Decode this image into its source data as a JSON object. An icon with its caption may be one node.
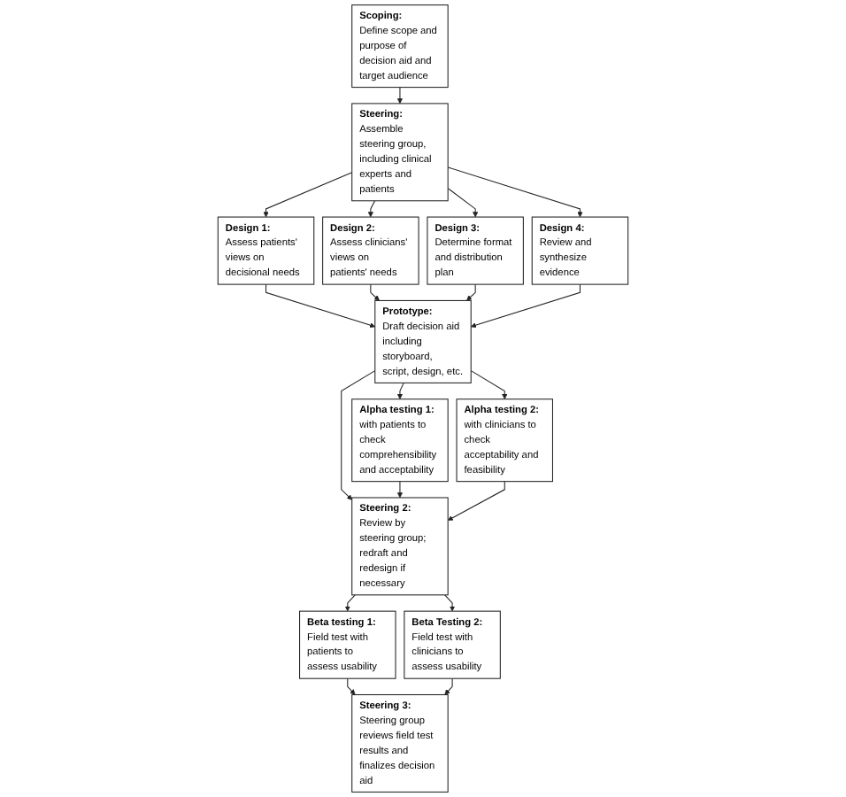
{
  "diagram": {
    "nodes": [
      {
        "text": [
          "Scoping:",
          "Define scope and purpose of decision aid and target audience"
        ]
      },
      {
        "text": [
          "Steering:",
          "Assemble steering group, including clinical experts and patients"
        ]
      },
      {
        "text": [
          "Design 1:",
          "Assess patients' views on decisional needs"
        ]
      },
      {
        "text": [
          "Design 2:",
          "Assess clinicians' views on patients' needs"
        ]
      },
      {
        "text": [
          "Design 3:",
          "Determine format and distribution plan"
        ]
      },
      {
        "text": [
          "Design 4:",
          "Review and synthesize evidence"
        ]
      },
      {
        "text": [
          "Prototype:",
          "Draft decision aid including storyboard, script, design, etc."
        ]
      },
      {
        "text": [
          "Alpha testing 1:",
          "with patients to check comprehensibility and acceptability"
        ]
      },
      {
        "text": [
          "Steering 2:",
          "Review by steering group; redraft and redesign if necessary"
        ]
      },
      {
        "text": [
          "Alpha testing 2:",
          "with clinicians to check acceptability and feasibility"
        ]
      },
      {
        "text": [
          "Beta testing 1:",
          "Field test with patients to assess usability"
        ]
      },
      {
        "text": [
          "Beta Testing 2:",
          "Field test with clinicians to assess usability"
        ]
      },
      {
        "text": [
          "Steering 3:",
          "Steering group reviews field test results and finalizes decision aid"
        ]
      }
    ],
    "edges": [
      {
        "from": 0,
        "to": 1,
        "arrow": "to"
      },
      {
        "from": 1,
        "to": 2,
        "arrow": "to"
      },
      {
        "from": 1,
        "to": 3,
        "arrow": "to"
      },
      {
        "from": 1,
        "to": 4,
        "arrow": "to"
      },
      {
        "from": 1,
        "to": 5,
        "arrow": "to"
      },
      {
        "from": 2,
        "to": 6,
        "arrow": "to"
      },
      {
        "from": 3,
        "to": 6,
        "arrow": "to"
      },
      {
        "from": 4,
        "to": 6,
        "arrow": "to"
      },
      {
        "from": 5,
        "to": 6,
        "arrow": "to"
      },
      {
        "from": 6,
        "to": 7,
        "arrow": "to"
      },
      {
        "from": 6,
        "to": 8,
        "arrow": "to"
      },
      {
        "from": 6,
        "to": 9,
        "arrow": "to"
      },
      {
        "from": 7,
        "to": 8,
        "arrow": "to"
      },
      {
        "from": 9,
        "to": 8,
        "arrow": "to"
      },
      {
        "from": 8,
        "to": 10,
        "arrow": "to"
      },
      {
        "from": 8,
        "to": 11,
        "arrow": "to"
      },
      {
        "from": 10,
        "to": 12,
        "arrow": "to"
      },
      {
        "from": 11,
        "to": 12,
        "arrow": "to"
      }
    ]
  }
}
